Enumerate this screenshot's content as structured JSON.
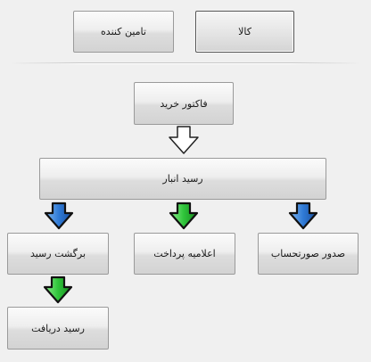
{
  "top_buttons": {
    "supplier": "تامین کننده",
    "goods": "کالا"
  },
  "flow": {
    "purchase_invoice": "فاکتور خرید",
    "warehouse_receipt": "رسید انبار",
    "receipt_return": "برگشت رسید",
    "payment_notice": "اعلامیه پرداخت",
    "issue_statement": "صدور صورتحساب",
    "receive_receipt": "رسید دریافت"
  },
  "colors": {
    "arrow_white": "#ffffff",
    "arrow_blue": "#2f7ad6",
    "arrow_green": "#2fc43a"
  },
  "icons": {
    "arrow": "arrow-down-icon"
  }
}
